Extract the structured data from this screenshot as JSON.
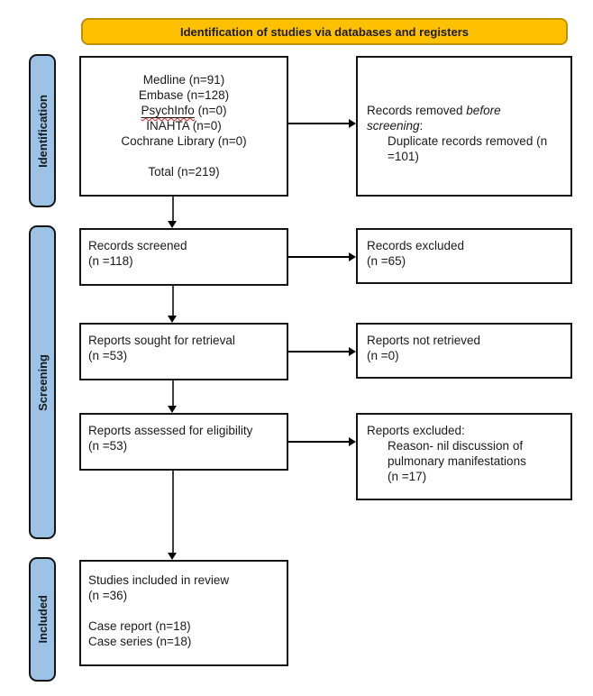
{
  "banner": {
    "title": "Identification of studies via databases and registers"
  },
  "colors": {
    "banner_fill": "#FFC000",
    "banner_border": "#BF9000",
    "sidebar_fill": "#9CC2E5"
  },
  "sidebar": {
    "identification": "Identification",
    "screening": "Screening",
    "included": "Included"
  },
  "identification_box": {
    "medline": "Medline (n=91)",
    "embase": "Embase (n=128)",
    "psychinfo_name": "PsychInfo",
    "psychinfo_rest": " (n=0)",
    "inahta": "INAHTA (n=0)",
    "cochrane": "Cochrane Library (n=0)",
    "total": "Total (n=219)"
  },
  "records_removed_box": {
    "line1_text": "Records removed ",
    "line1_italic": "before",
    "line2_italic": "screening",
    "line2_text": ":",
    "detail_line1": "Duplicate records removed (n",
    "detail_line2": "=101)"
  },
  "records_screened_box": {
    "line1": "Records screened",
    "line2": "(n =118)"
  },
  "records_excluded_box": {
    "line1": "Records excluded",
    "line2": "(n =65)"
  },
  "reports_sought_box": {
    "line1": "Reports sought for retrieval",
    "line2": "(n =53)"
  },
  "reports_not_retrieved_box": {
    "line1": "Reports not retrieved",
    "line2": "(n =0)"
  },
  "reports_assessed_box": {
    "line1": "Reports assessed for eligibility",
    "line2": "(n =53)"
  },
  "reports_excluded_box": {
    "line1": "Reports excluded:",
    "detail_line1": "Reason- nil discussion of",
    "detail_line2": "pulmonary manifestations",
    "detail_line3": "(n =17)"
  },
  "included_box": {
    "line1": "Studies included in review",
    "line2": "(n =36)",
    "line3": "Case report (n=18)",
    "line4": "Case series (n=18)"
  }
}
